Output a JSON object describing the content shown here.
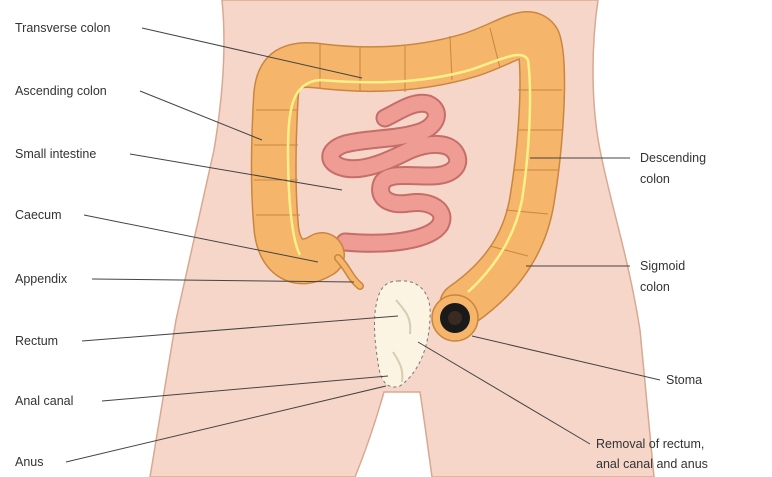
{
  "labels": {
    "transverse_colon": "Transverse colon",
    "ascending_colon": "Ascending colon",
    "small_intestine": "Small intestine",
    "caecum": "Caecum",
    "appendix": "Appendix",
    "rectum": "Rectum",
    "anal_canal": "Anal canal",
    "anus": "Anus",
    "descending_colon_1": "Descending",
    "descending_colon_2": "colon",
    "sigmoid_colon_1": "Sigmoid",
    "sigmoid_colon_2": "colon",
    "stoma": "Stoma",
    "removal_1": "Removal of rectum,",
    "removal_2": "anal canal and anus"
  },
  "colors": {
    "skin": "#f6d6c8",
    "skin_outline": "#d9a892",
    "colon": "#f5b56a",
    "colon_outline": "#c98640",
    "colon_highlight": "#fff08a",
    "small_intestine": "#ef9c95",
    "small_intestine_outline": "#c56e69",
    "removed_area": "#fbf4e3",
    "stoma": "#1a1a1a",
    "leader_line": "#444444"
  }
}
